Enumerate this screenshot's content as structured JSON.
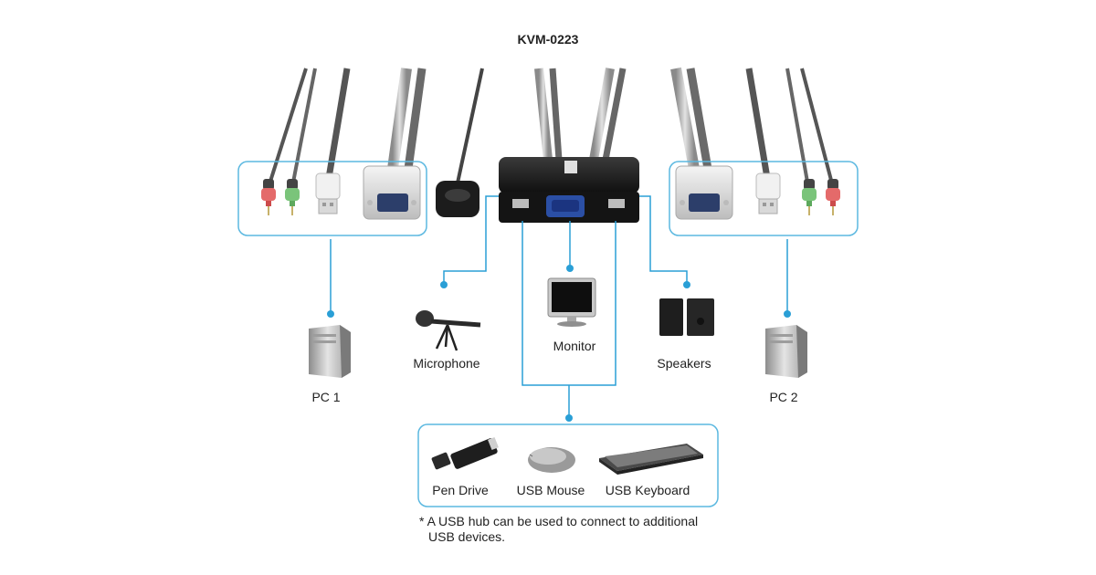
{
  "title": "KVM-0223",
  "labels": {
    "pc1": "PC 1",
    "pc2": "PC 2",
    "microphone": "Microphone",
    "monitor": "Monitor",
    "speakers": "Speakers",
    "pen_drive": "Pen Drive",
    "usb_mouse": "USB Mouse",
    "usb_keyboard": "USB Keyboard"
  },
  "note": {
    "line1": "* A USB hub can be used to connect to additional",
    "line2": "USB devices."
  },
  "colors": {
    "connector_line": "#2a9fd6",
    "box_border": "#5bb8e0",
    "cable": "#6f6f6f",
    "device_body": "#1e1e1e"
  },
  "icons": {
    "left_connectors": [
      "red-audio-plug-icon",
      "green-audio-plug-icon",
      "usb-plug-icon",
      "vga-plug-icon"
    ],
    "right_connectors": [
      "vga-plug-icon",
      "usb-plug-icon",
      "green-audio-plug-icon",
      "red-audio-plug-icon"
    ],
    "devices": [
      "kvm-switch-icon",
      "remote-button-icon",
      "pc-tower-icon",
      "microphone-icon",
      "monitor-icon",
      "speakers-icon",
      "pen-drive-icon",
      "usb-mouse-icon",
      "usb-keyboard-icon"
    ]
  }
}
